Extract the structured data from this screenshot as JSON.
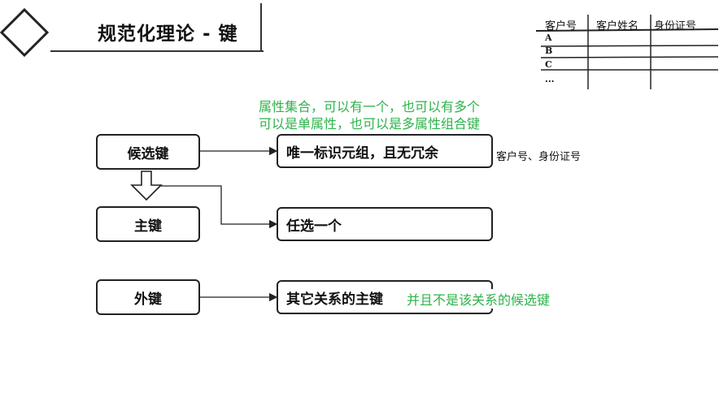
{
  "title": "规范化理论 - 键",
  "table": {
    "headers": [
      "客户号",
      "客户姓名",
      "身份证号"
    ],
    "rows": [
      "A",
      "B",
      "C",
      "..."
    ]
  },
  "annotations": {
    "top_line1": "属性集合，可以有一个，也可以有多个",
    "top_line2": "可以是单属性，也可以是多属性组合键",
    "candidate_example": "客户号、身份证号",
    "foreign_note": "并且不是该关系的候选键"
  },
  "boxes": {
    "candidate_key": "候选键",
    "primary_key": "主键",
    "foreign_key": "外键",
    "candidate_desc": "唯一标识元组，且无冗余",
    "primary_desc": "任选一个",
    "foreign_desc": "其它关系的主键"
  },
  "colors": {
    "annotation_green": "#2db34a",
    "line": "#222222"
  }
}
